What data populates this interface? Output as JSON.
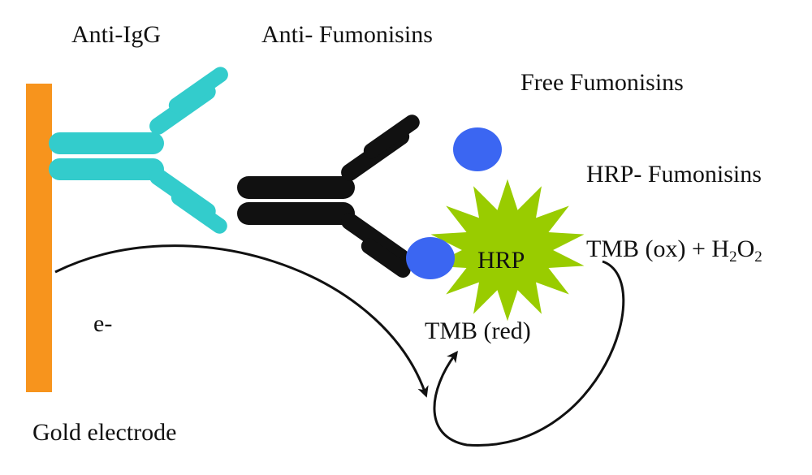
{
  "labels": {
    "anti_igg": "Anti-IgG",
    "anti_fumonisins": "Anti- Fumonisins",
    "free_fumonisins": "Free Fumonisins",
    "hrp_fumonisins": "HRP- Fumonisins",
    "hrp": "HRP",
    "tmb_ox_prefix": "TMB (ox) + H",
    "tmb_ox_sub1": "2",
    "tmb_ox_mid": "O",
    "tmb_ox_sub2": "2",
    "tmb_red": "TMB (red)",
    "electron": "e-",
    "gold_electrode": "Gold electrode"
  },
  "colors": {
    "electrode": "#f7941d",
    "anti_igg": "#33cccc",
    "anti_fumonisins": "#111111",
    "fumonisin": "#3b66f2",
    "hrp_star": "#99cc00",
    "arrow": "#111111"
  }
}
